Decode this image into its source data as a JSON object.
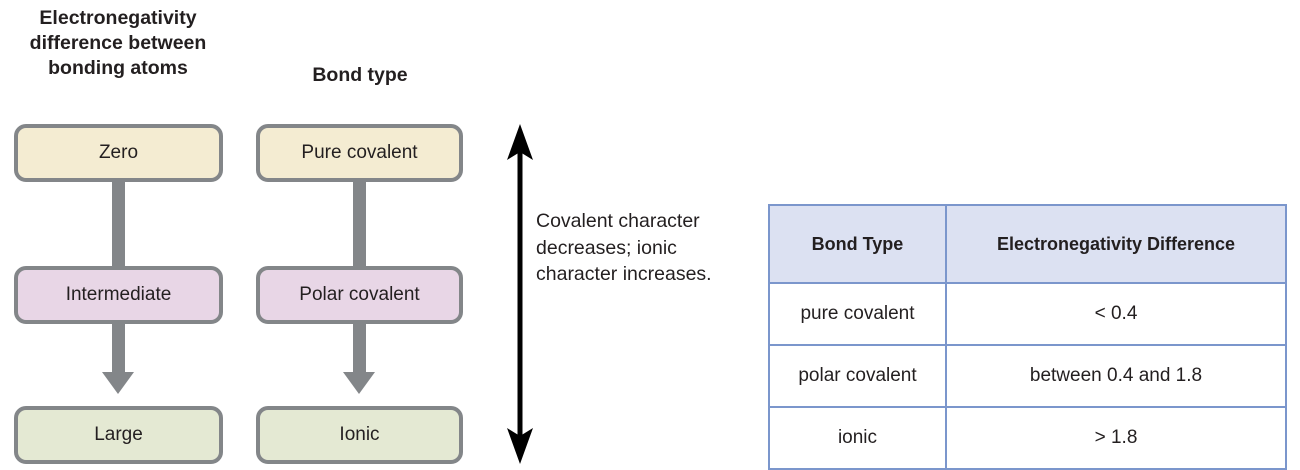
{
  "headings": {
    "electronegativity_difference": "Electronegativity difference between bonding atoms",
    "bond_type": "Bond type"
  },
  "flow": {
    "left_column": [
      {
        "label": "Zero",
        "fill": "#f4ecd2"
      },
      {
        "label": "Intermediate",
        "fill": "#e8d6e6"
      },
      {
        "label": "Large",
        "fill": "#e4e9d3"
      }
    ],
    "right_column": [
      {
        "label": "Pure covalent",
        "fill": "#f4ecd2"
      },
      {
        "label": "Polar covalent",
        "fill": "#e8d6e6"
      },
      {
        "label": "Ionic",
        "fill": "#e4e9d3"
      }
    ],
    "connector_color": "#838689",
    "border_color": "#838689"
  },
  "arrow": {
    "name": "double-headed-vertical-arrow",
    "color": "#000000",
    "caption": "Covalent character decreases; ionic character increases."
  },
  "table": {
    "columns": [
      "Bond Type",
      "Electronegativity Difference"
    ],
    "rows": [
      [
        "pure covalent",
        "< 0.4"
      ],
      [
        "polar covalent",
        "between 0.4 and 1.8"
      ],
      [
        "ionic",
        "> 1.8"
      ]
    ],
    "header_fill": "#dce1f2",
    "border_color": "#7b96cc"
  }
}
